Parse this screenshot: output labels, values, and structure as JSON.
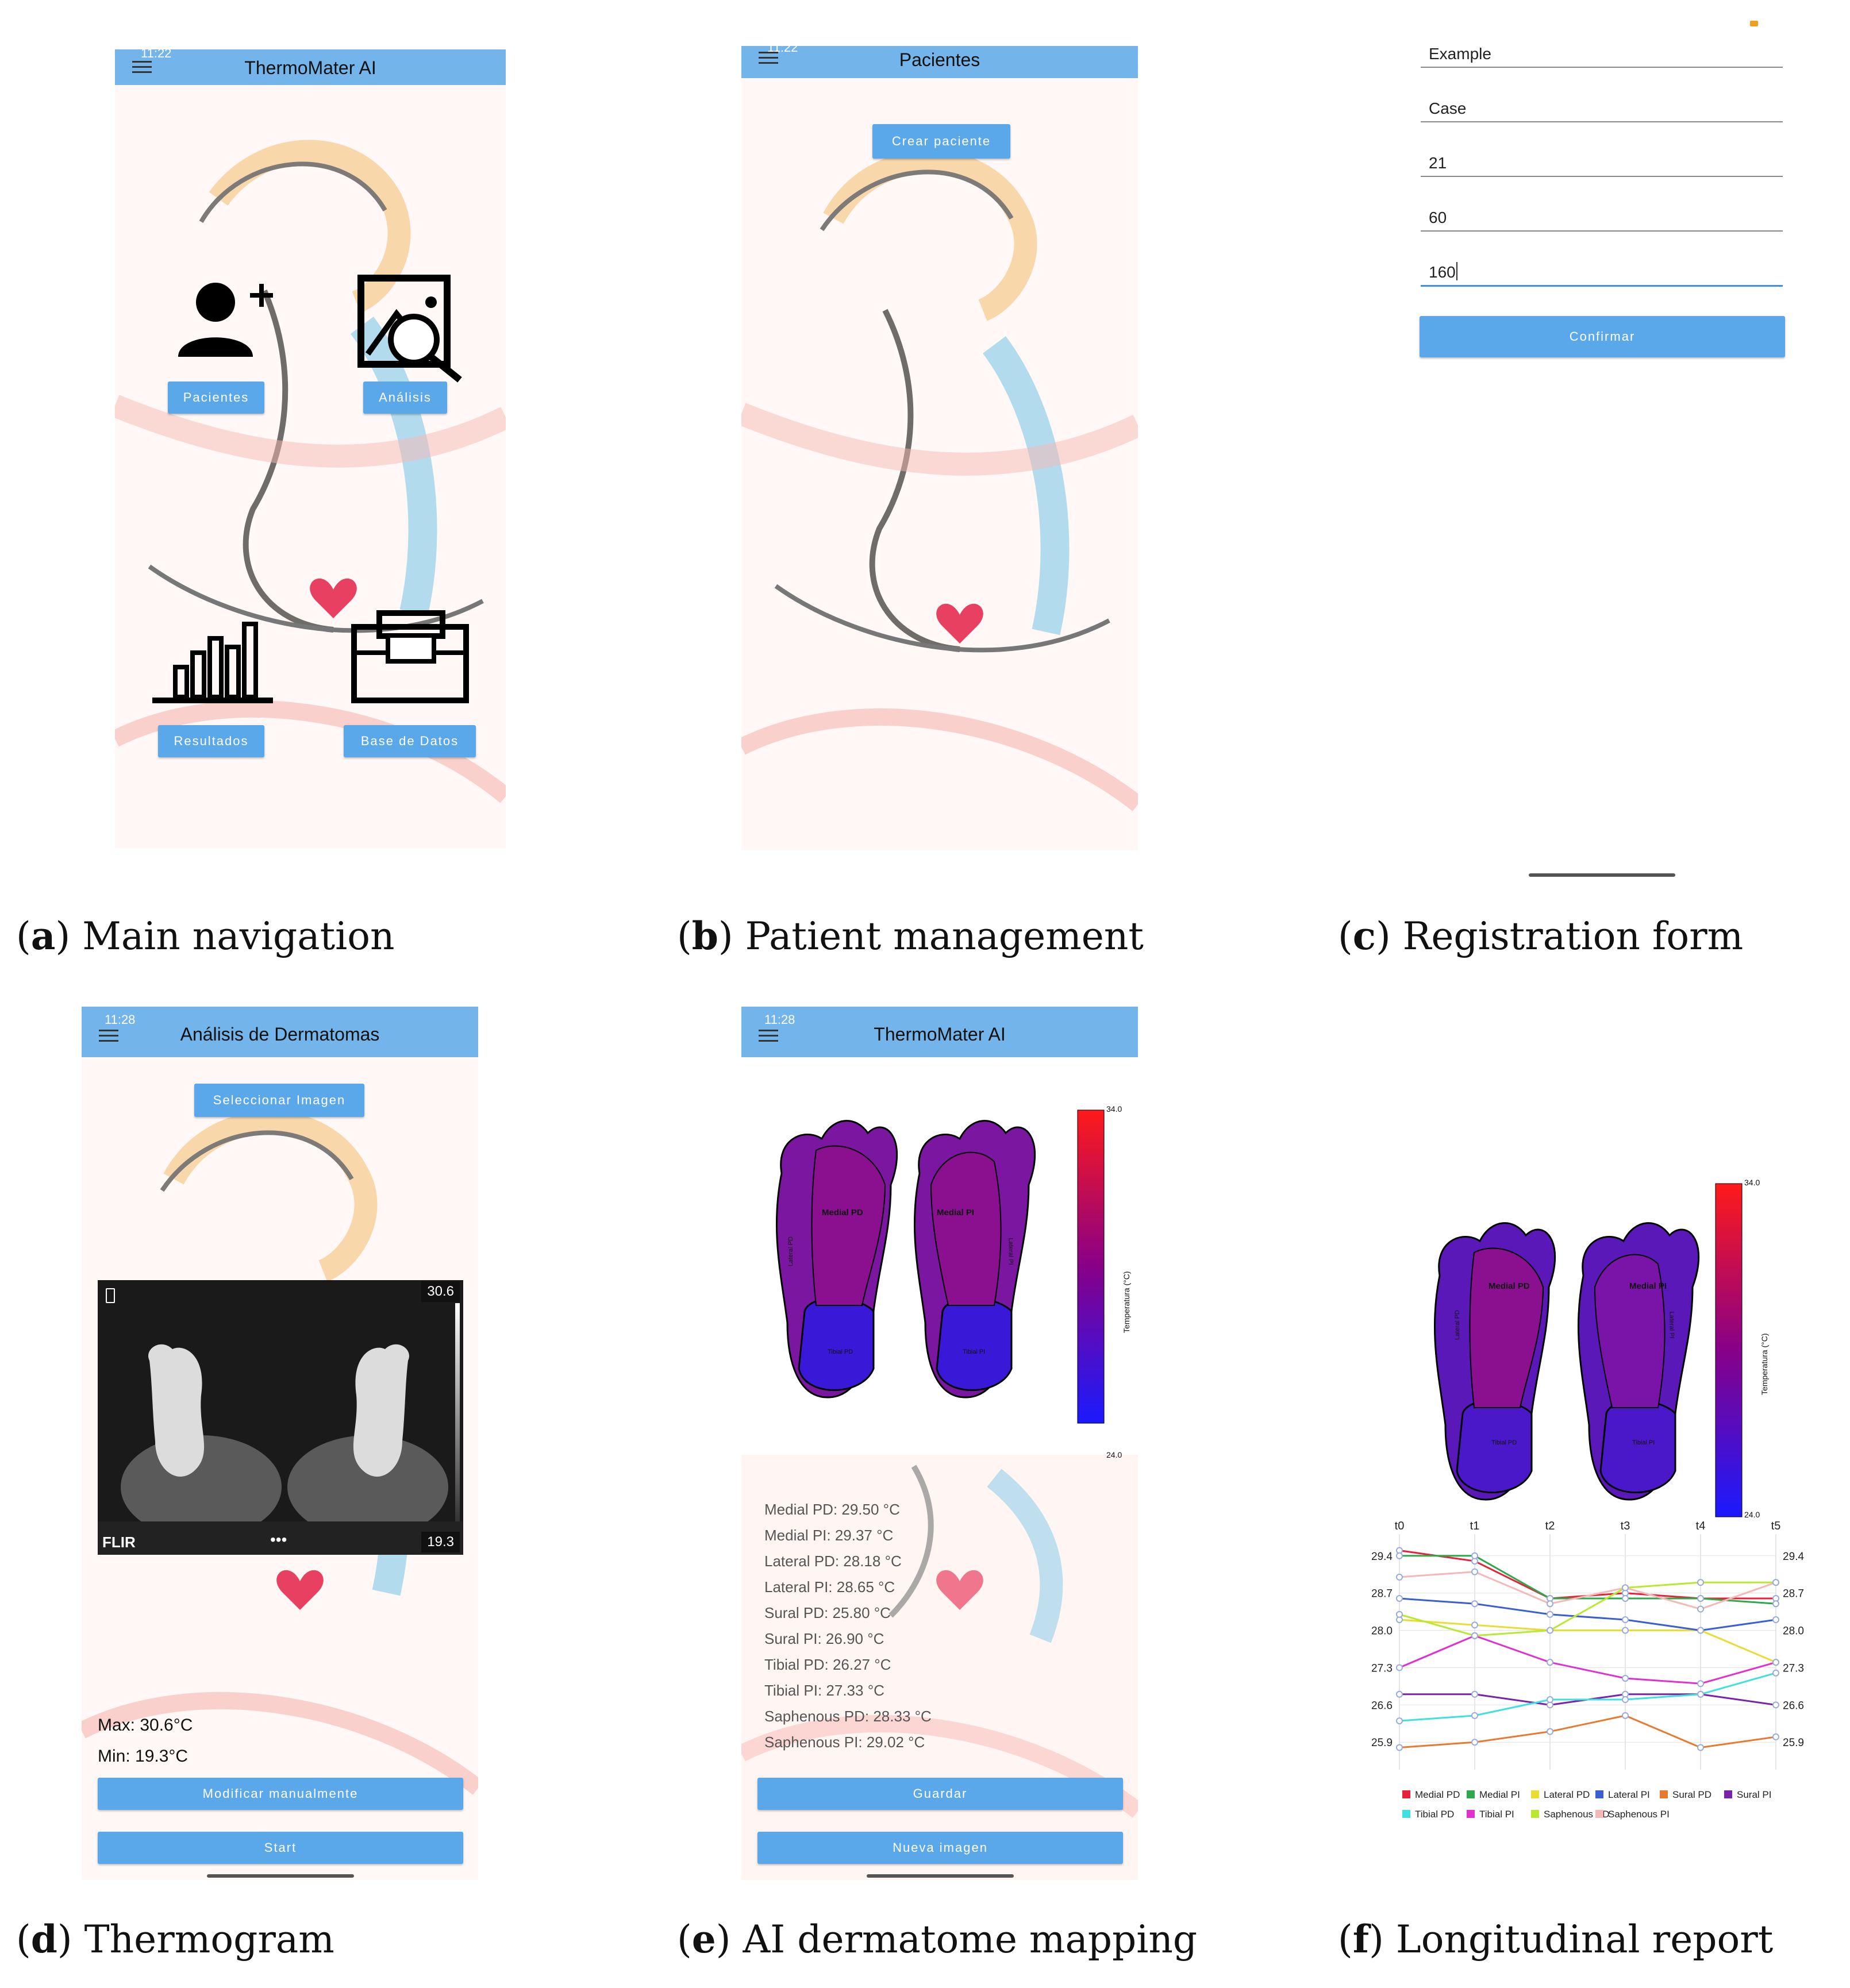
{
  "panel_a": {
    "appbar_title": "ThermoMater AI",
    "status_time": "11:22",
    "buttons": {
      "patients": "Pacientes",
      "analysis": "Análisis",
      "results": "Resultados",
      "database": "Base de Datos"
    },
    "caption_letter": "a",
    "caption_text": "Main navigation"
  },
  "panel_b": {
    "appbar_title": "Pacientes",
    "status_time": "11:22",
    "create_button": "Crear paciente",
    "caption_letter": "b",
    "caption_text": "Patient management"
  },
  "panel_c": {
    "fields": [
      "Example",
      "Case",
      "21",
      "60",
      "160"
    ],
    "confirm_button": "Confirmar",
    "caption_letter": "c",
    "caption_text": "Registration form"
  },
  "panel_d": {
    "appbar_title": "Análisis de Dermatomas",
    "status_time": "11:28",
    "select_button": "Seleccionar Imagen",
    "thermo_max_tag": "30.6",
    "thermo_min_tag": "19.3",
    "flir_logo": "FLIR",
    "max_text": "Max: 30.6°C",
    "min_text": "Min: 19.3°C",
    "modify_button": "Modificar manualmente",
    "start_button": "Start",
    "caption_letter": "d",
    "caption_text": "Thermogram"
  },
  "panel_e": {
    "appbar_title": "ThermoMater AI",
    "status_time": "11:28",
    "region_labels": {
      "medial_pd": "Medial PD",
      "medial_pi": "Medial PI",
      "lateral_pd": "Lateral PD",
      "lateral_pi": "Lateral PI",
      "tibial_pd": "Tibial PD",
      "tibial_pi": "Tibial PI"
    },
    "colorbar_max": "34.0",
    "colorbar_min": "24.0",
    "colorbar_label": "Temperatura (°C)",
    "readings": [
      "Medial PD: 29.50 °C",
      "Medial PI: 29.37 °C",
      "Lateral PD: 28.18 °C",
      "Lateral PI: 28.65 °C",
      "Sural PD: 25.80 °C",
      "Sural PI: 26.90 °C",
      "Tibial PD: 26.27 °C",
      "Tibial PI: 27.33 °C",
      "Saphenous PD: 28.33 °C",
      "Saphenous PI: 29.02 °C"
    ],
    "save_button": "Guardar",
    "new_image_button": "Nueva imagen",
    "caption_letter": "e",
    "caption_text": "AI dermatome mapping"
  },
  "panel_f": {
    "region_labels": {
      "medial_pd": "Medial PD",
      "medial_pi": "Medial PI",
      "lateral_pd": "Lateral PD",
      "lateral_pi": "Lateral PI",
      "tibial_pd": "Tibial PD",
      "tibial_pi": "Tibial PI"
    },
    "colorbar_max": "34.0",
    "colorbar_min": "24.0",
    "colorbar_label": "Temperatura (°C)",
    "caption_letter": "f",
    "caption_text": "Longitudinal report"
  },
  "colors": {
    "appbar": "#73b4ea",
    "button": "#5aa8ea"
  },
  "chart_data": {
    "type": "line",
    "categories": [
      "t0",
      "t1",
      "t2",
      "t3",
      "t4",
      "t5"
    ],
    "ylim": [
      25.6,
      29.7
    ],
    "yticks": [
      "29.4",
      "28.7",
      "28.0",
      "27.3",
      "26.6",
      "25.9"
    ],
    "series": [
      {
        "name": "Medial PD",
        "color": "#e8203a",
        "values": [
          29.5,
          29.3,
          28.6,
          28.7,
          28.6,
          28.6
        ]
      },
      {
        "name": "Medial PI",
        "color": "#2ea84a",
        "values": [
          29.4,
          29.4,
          28.6,
          28.6,
          28.6,
          28.5
        ]
      },
      {
        "name": "Lateral PD",
        "color": "#e8dd30",
        "values": [
          28.2,
          28.1,
          28.0,
          28.0,
          28.0,
          27.4
        ]
      },
      {
        "name": "Lateral PI",
        "color": "#3a5fd0",
        "values": [
          28.6,
          28.5,
          28.3,
          28.2,
          28.0,
          28.2
        ]
      },
      {
        "name": "Sural PD",
        "color": "#e87a30",
        "values": [
          25.8,
          25.9,
          26.1,
          26.4,
          25.8,
          26.0
        ]
      },
      {
        "name": "Sural PI",
        "color": "#7a22a8",
        "values": [
          26.8,
          26.8,
          26.6,
          26.8,
          26.8,
          26.6
        ]
      },
      {
        "name": "Tibial PD",
        "color": "#40e0e0",
        "values": [
          26.3,
          26.4,
          26.7,
          26.7,
          26.8,
          27.2
        ]
      },
      {
        "name": "Tibial PI",
        "color": "#e030d0",
        "values": [
          27.3,
          27.9,
          27.4,
          27.1,
          27.0,
          27.4
        ]
      },
      {
        "name": "Saphenous PD",
        "color": "#b8e830",
        "values": [
          28.3,
          27.9,
          28.0,
          28.8,
          28.9,
          28.9
        ]
      },
      {
        "name": "Saphenous PI",
        "color": "#f4b8b8",
        "values": [
          29.0,
          29.1,
          28.5,
          28.8,
          28.4,
          28.9
        ]
      }
    ]
  }
}
